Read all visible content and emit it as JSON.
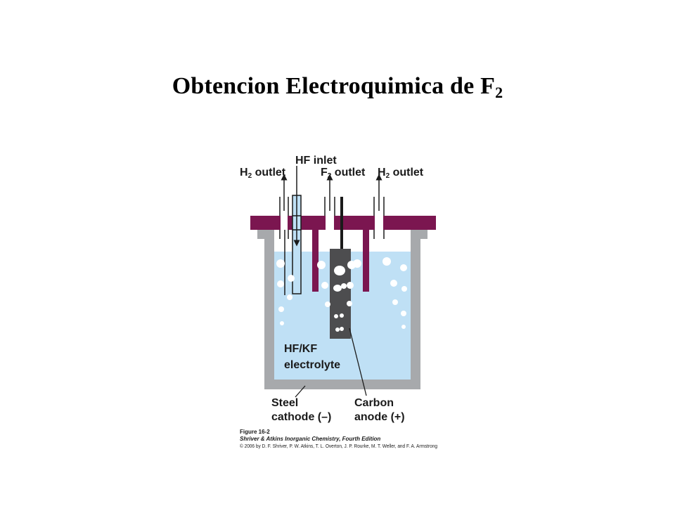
{
  "slide": {
    "title_main": "Obtencion Electroquimica  de F",
    "title_sub": "2"
  },
  "diagram": {
    "labels": {
      "hf_inlet": "HF inlet",
      "h2_outlet_left_prefix": "H",
      "h2_outlet_left_sub": "2",
      "h2_outlet_left_suffix": " outlet",
      "f2_outlet_prefix": "F",
      "f2_outlet_sub": "2",
      "f2_outlet_suffix": " outlet",
      "h2_outlet_right_prefix": "H",
      "h2_outlet_right_sub": "2",
      "h2_outlet_right_suffix": " outlet",
      "electrolyte_line1": "HF/KF",
      "electrolyte_line2": "electrolyte",
      "cathode_line1": "Steel",
      "cathode_line2": "cathode (–)",
      "anode_line1": "Carbon",
      "anode_line2": "anode (+)"
    },
    "caption": {
      "figure": "Figure 16-2",
      "book": "Shriver & Atkins Inorganic Chemistry, Fourth Edition",
      "copyright": "© 2006 by D. F. Shriver, P. W. Atkins, T. L. Overton, J. P. Rourke, M. T. Weller, and F. A. Armstrong"
    },
    "colors": {
      "electrolyte": "#bfe0f5",
      "cell_wall": "#a7a9ac",
      "lid": "#7b1650",
      "anode": "#4d4d4f",
      "bubbles": "#ffffff",
      "lines": "#1a1a1a"
    }
  }
}
